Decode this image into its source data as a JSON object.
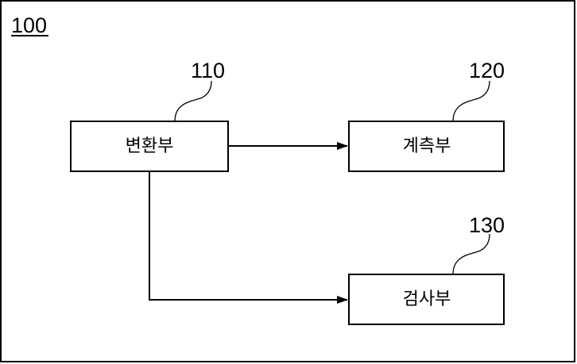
{
  "system": {
    "ref": "100"
  },
  "blocks": {
    "conversion": {
      "ref": "110",
      "label": "변환부"
    },
    "measurement": {
      "ref": "120",
      "label": "계측부"
    },
    "inspection": {
      "ref": "130",
      "label": "검사부"
    }
  },
  "connections": [
    {
      "from": "변환부",
      "to": "계측부"
    },
    {
      "from": "변환부",
      "to": "검사부"
    }
  ]
}
